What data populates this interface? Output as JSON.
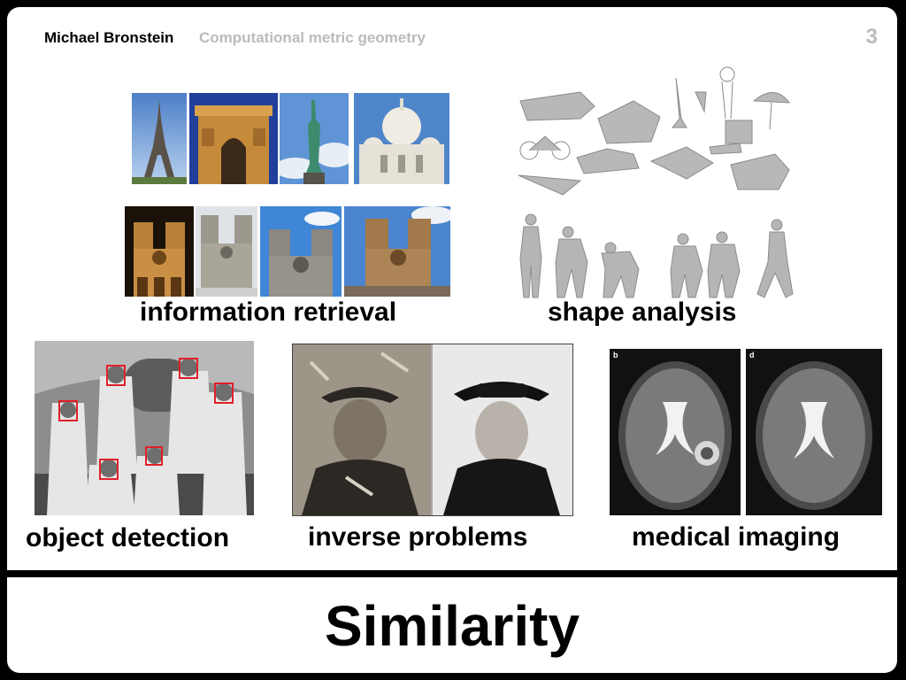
{
  "header": {
    "author": "Michael Bronstein",
    "course": "Computational metric geometry",
    "page_number": "3"
  },
  "captions": {
    "information_retrieval": "information retrieval",
    "shape_analysis": "shape analysis",
    "object_detection": "object detection",
    "inverse_problems": "inverse problems",
    "medical_imaging": "medical imaging"
  },
  "footer": {
    "title": "Similarity"
  },
  "images": {
    "landmarks_row1": [
      "eiffel-tower",
      "arc-de-triomphe",
      "statue-of-liberty",
      "sacre-coeur"
    ],
    "landmarks_row2": [
      "notre-dame-night",
      "notre-dame-gray",
      "notre-dame-blue-sky",
      "notre-dame-day"
    ],
    "mri_labels": [
      "b",
      "d"
    ]
  },
  "colors": {
    "background": "#000000",
    "slide": "#ffffff",
    "accent_gray": "#bbbbbb",
    "face_box": "#e0202a"
  }
}
